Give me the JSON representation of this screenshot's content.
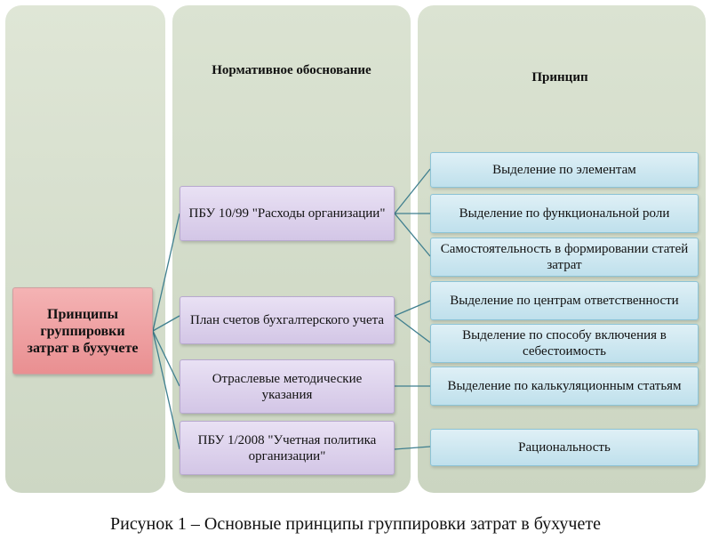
{
  "headers": {
    "col2": "Нормативное обоснование",
    "col3": "Принцип"
  },
  "root": "Принципы группировки затрат в бухучете",
  "sources": [
    "ПБУ 10/99 \"Расходы организации\"",
    "План счетов бухгалтерского учета",
    "Отраслевые методические указания",
    "ПБУ 1/2008 \"Учетная политика организации\""
  ],
  "principles": [
    "Выделение по элементам",
    "Выделение по функциональной роли",
    "Самостоятельность в формировании статей затрат",
    "Выделение по центрам ответственности",
    "Выделение по способу включения в себестоимость",
    "Выделение по калькуляционным статьям",
    "Рациональность"
  ],
  "caption": "Рисунок 1 – Основные принципы группировки затрат в бухучете",
  "colors": {
    "root": "#ec9fa1",
    "source": "#ddd3ec",
    "principle": "#cfe8f2",
    "connector": "#3f7f8f",
    "panel": "#d3dccb"
  }
}
